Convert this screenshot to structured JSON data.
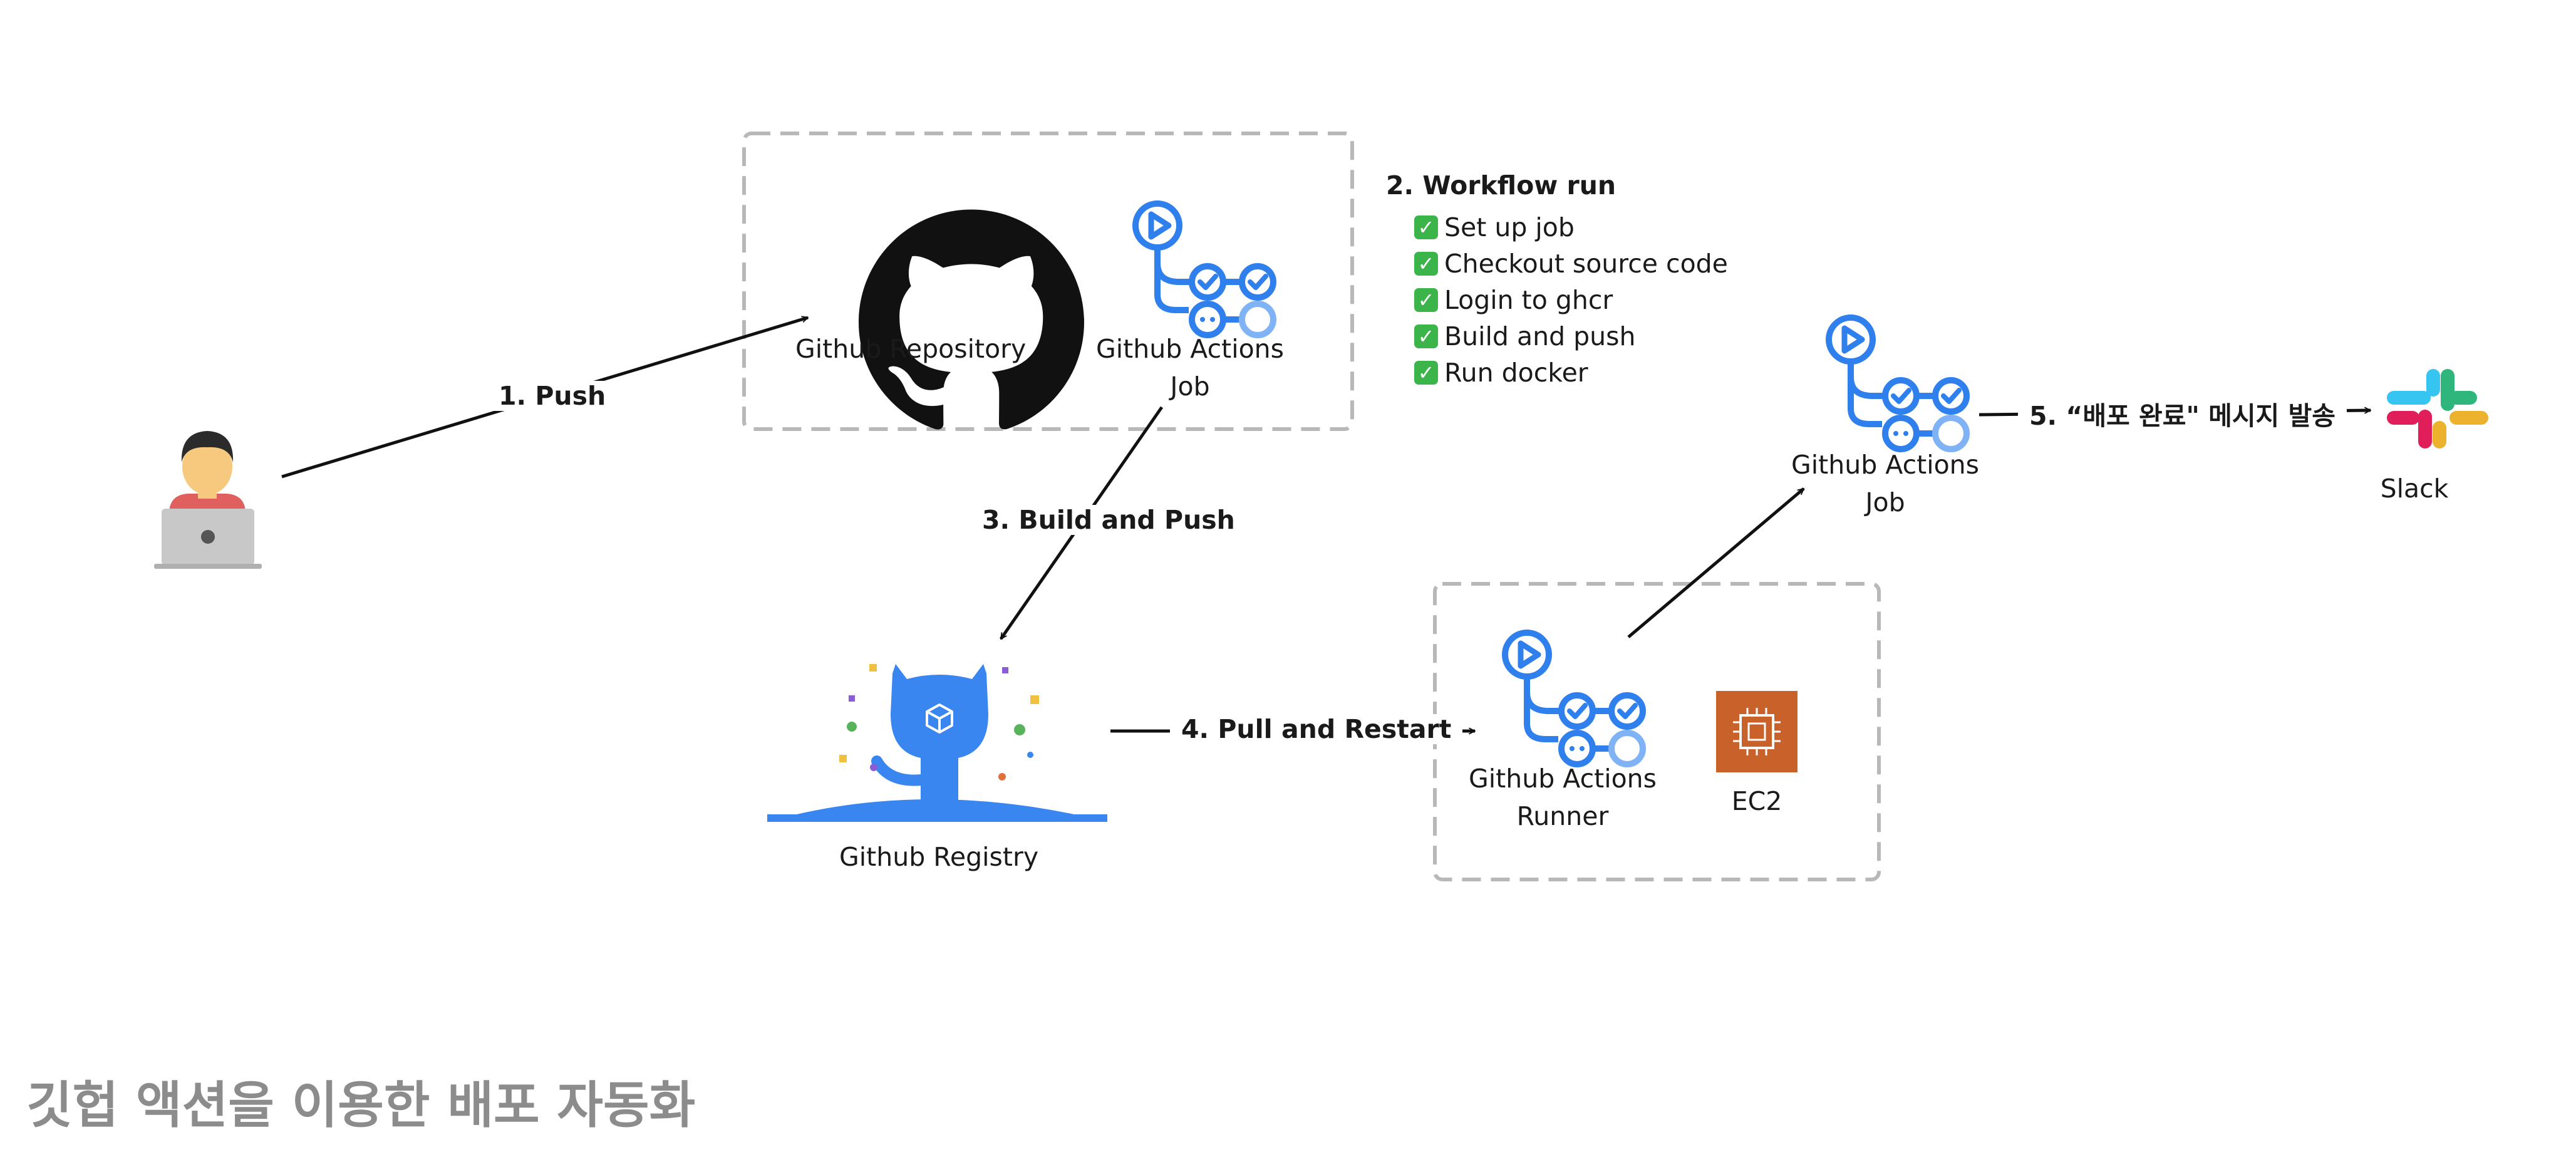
{
  "footer_title": "깃헙 액션을 이용한 배포 자동화",
  "nodes": {
    "repository": "Github Repository",
    "actions_job_top_line1": "Github Actions",
    "actions_job_top_line2": "Job",
    "registry": "Github Registry",
    "runner_line1": "Github Actions",
    "runner_line2": "Runner",
    "ec2": "EC2",
    "actions_job_right_line1": "Github Actions",
    "actions_job_right_line2": "Job",
    "slack": "Slack"
  },
  "edges": {
    "push": "1. Push",
    "build_push": "3. Build and Push",
    "pull_restart": "4. Pull and Restart",
    "notify": "5. “배포 완료\" 메시지 발송"
  },
  "workflow": {
    "title": "2. Workflow run",
    "steps": [
      "Set up job",
      "Checkout source code",
      "Login to ghcr",
      "Build and push",
      "Run docker"
    ]
  },
  "colors": {
    "actions_blue": "#2f80ed",
    "actions_light": "#7fb3f5",
    "registry_blue": "#3a86f0",
    "ec2_orange": "#c8612a",
    "dashed_border": "#b8b8b8",
    "check_green": "#3bb54a"
  },
  "icons": [
    "developer-icon",
    "github-icon",
    "github-actions-icon",
    "github-registry-icon",
    "ec2-icon",
    "slack-icon"
  ]
}
